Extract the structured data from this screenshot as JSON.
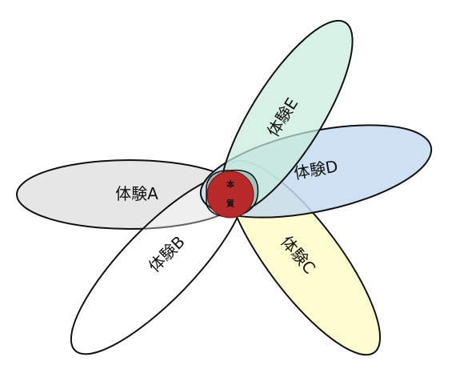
{
  "petals": {
    "a": {
      "label": "体験A",
      "color": "#e5e5e5"
    },
    "b": {
      "label": "体験B",
      "color": "#ffffff"
    },
    "c": {
      "label": "体験C",
      "color": "#fdfdc8"
    },
    "d": {
      "label": "体験D",
      "color": "#c6dcf0"
    },
    "e": {
      "label": "体験E",
      "color": "#c8ebdb"
    }
  },
  "core": {
    "line1": "本",
    "line2": "質",
    "color": "#b82a2a"
  }
}
